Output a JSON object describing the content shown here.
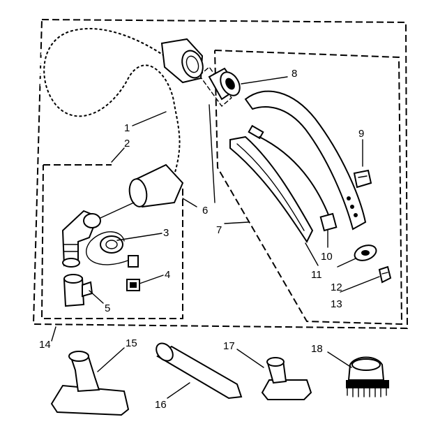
{
  "diagram": {
    "callouts": {
      "c1": "1",
      "c2": "2",
      "c3": "3",
      "c4": "4",
      "c5": "5",
      "c6": "6",
      "c7": "7",
      "c8": "8",
      "c9": "9",
      "c10": "10",
      "c11": "11",
      "c12": "12",
      "c13": "13",
      "c14": "14",
      "c15": "15",
      "c16": "16",
      "c17": "17",
      "c18": "18"
    },
    "parts": [
      "hose-assembly-icon",
      "swivel-elbow-icon",
      "cord-clip-icon",
      "wire-connector-icon",
      "hose-end-connector-icon",
      "hose-cuff-icon",
      "wand-icon",
      "wand-coupling-icon",
      "clip-icon",
      "wand-wire-harness-icon",
      "wand-half-icon",
      "latch-icon",
      "spring-icon",
      "upholstery-tool-icon",
      "crevice-tool-icon",
      "dusting-tool-icon",
      "brush-tool-icon"
    ]
  }
}
